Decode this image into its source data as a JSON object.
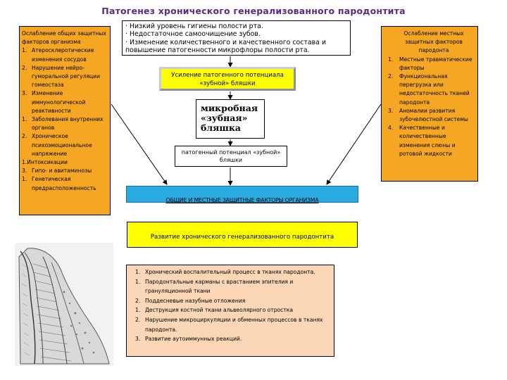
{
  "title": "Патогенез хронического генерализованного пародонтита",
  "left_box": {
    "heading": "Ослабление общих защитных факторов организма",
    "items": [
      {
        "num": "1.",
        "text": "Атеросклеротические изменения сосудов"
      },
      {
        "num": "2.",
        "text": "Нарушение нейро-гуморальной регуляции гомеостаза"
      },
      {
        "num": "3.",
        "text": "Изменение иммунологической реактивности"
      },
      {
        "num": "1.",
        "text": "Заболевания внутренних органов"
      },
      {
        "num": "2.",
        "text": "Хроническое психоэмоциональное напряжение"
      },
      {
        "num": "1.",
        "text": "Интоксикации"
      },
      {
        "num": "3.",
        "text": "Гипо- и авитаминозы"
      },
      {
        "num": "1.",
        "text": "Генетическая предрасположенность"
      }
    ]
  },
  "right_box": {
    "heading": "Ослабление местных защитных факторов пародонта",
    "items": [
      {
        "num": "1.",
        "text": "Местные травматические факторы"
      },
      {
        "num": "2.",
        "text": "Функциональная перегрузка или недостаточность тканей пародонта"
      },
      {
        "num": "3.",
        "text": "Аномалии развития зубочелюстной системы"
      },
      {
        "num": "4.",
        "text": "Качественные и количественные изменения слюны и ротовой жидкости"
      }
    ]
  },
  "top_box": {
    "lines": [
      "· Низкий уровень гигиены полости рта.",
      "· Недостаточное самоочищение зубов.",
      "· Изменение количественного и качественного состава и повышение патогенности микрофлоры полости рта."
    ]
  },
  "enhance_box": "Усиление патогенного потенциала «зубной» бляшки",
  "microbe_box": "микробная «зубная» бляшка",
  "potential_box": "патогенный потенциал «зубной» бляшки",
  "factors_box": "ОБЩИЕ И МЕСТНЫЕ ЗАЩИТНЫЕ ФАКТОРЫ ОРГАНИЗМА",
  "development_box": "Развитие хронического генерализованного пародонтита",
  "bottom_box": {
    "items": [
      {
        "num": "1.",
        "text": "Хронический воспалительный процесс в тканях пародонта."
      },
      {
        "num": "1.",
        "text": "Пародонтальные карманы с врастанием эпителия и грануляционной ткани"
      },
      {
        "num": "2.",
        "text": "Поддесневые назубные отложения"
      },
      {
        "num": "1.",
        "text": "Деструкция костной ткани альвеолярного отростка"
      },
      {
        "num": "2.",
        "text": "Нарушение микроциркуляции и обменных процессов в тканях пародонта."
      },
      {
        "num": "3.",
        "text": "Развитие аутоиммунных реакций."
      }
    ]
  },
  "colors": {
    "title": "#5b2a86",
    "orange_box": "#f5a623",
    "yellow_box": "#ffff00",
    "blue_box": "#29abe2",
    "peach_box": "#fbd6b7"
  }
}
